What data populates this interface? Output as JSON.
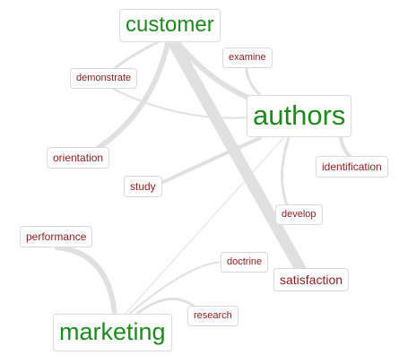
{
  "graph": {
    "nodes": [
      {
        "id": "customer",
        "label": "customer",
        "kind": "primary"
      },
      {
        "id": "authors",
        "label": "authors",
        "kind": "primary"
      },
      {
        "id": "marketing",
        "label": "marketing",
        "kind": "primary"
      },
      {
        "id": "examine",
        "label": "examine",
        "kind": "secondary"
      },
      {
        "id": "demonstrate",
        "label": "demonstrate",
        "kind": "secondary"
      },
      {
        "id": "orientation",
        "label": "orientation",
        "kind": "secondary"
      },
      {
        "id": "study",
        "label": "study",
        "kind": "secondary"
      },
      {
        "id": "identification",
        "label": "identification",
        "kind": "secondary"
      },
      {
        "id": "develop",
        "label": "develop",
        "kind": "secondary"
      },
      {
        "id": "performance",
        "label": "performance",
        "kind": "secondary"
      },
      {
        "id": "doctrine",
        "label": "doctrine",
        "kind": "secondary"
      },
      {
        "id": "satisfaction",
        "label": "satisfaction",
        "kind": "secondary"
      },
      {
        "id": "research",
        "label": "research",
        "kind": "secondary"
      }
    ],
    "edges": [
      {
        "from": "customer",
        "to": "satisfaction"
      },
      {
        "from": "customer",
        "to": "orientation"
      },
      {
        "from": "customer",
        "to": "authors"
      },
      {
        "from": "customer",
        "to": "demonstrate"
      },
      {
        "from": "examine",
        "to": "authors"
      },
      {
        "from": "demonstrate",
        "to": "authors"
      },
      {
        "from": "authors",
        "to": "study"
      },
      {
        "from": "authors",
        "to": "identification"
      },
      {
        "from": "authors",
        "to": "develop"
      },
      {
        "from": "authors",
        "to": "marketing"
      },
      {
        "from": "performance",
        "to": "marketing"
      },
      {
        "from": "marketing",
        "to": "doctrine"
      },
      {
        "from": "marketing",
        "to": "research"
      }
    ]
  },
  "colors": {
    "primary_text": "#1e8a1e",
    "secondary_text": "#8b1a1a",
    "edge": "#e0e0e0"
  }
}
